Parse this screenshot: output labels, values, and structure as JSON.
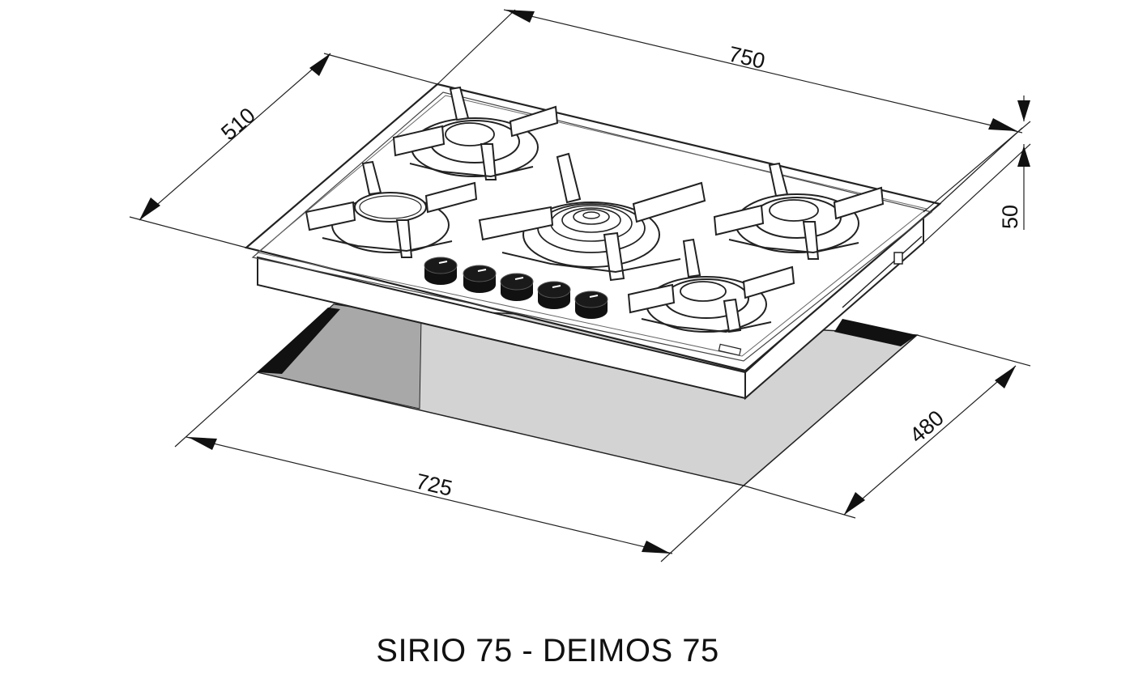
{
  "dimensions": {
    "top_width": "750",
    "top_depth": "510",
    "height": "50",
    "cutout_width": "725",
    "cutout_depth": "480"
  },
  "caption": "SIRIO 75 - DEIMOS 75",
  "burners": [
    "burner-rear-left",
    "burner-front-left",
    "burner-center-wok",
    "burner-right",
    "burner-front-right"
  ],
  "knob_count": 5
}
